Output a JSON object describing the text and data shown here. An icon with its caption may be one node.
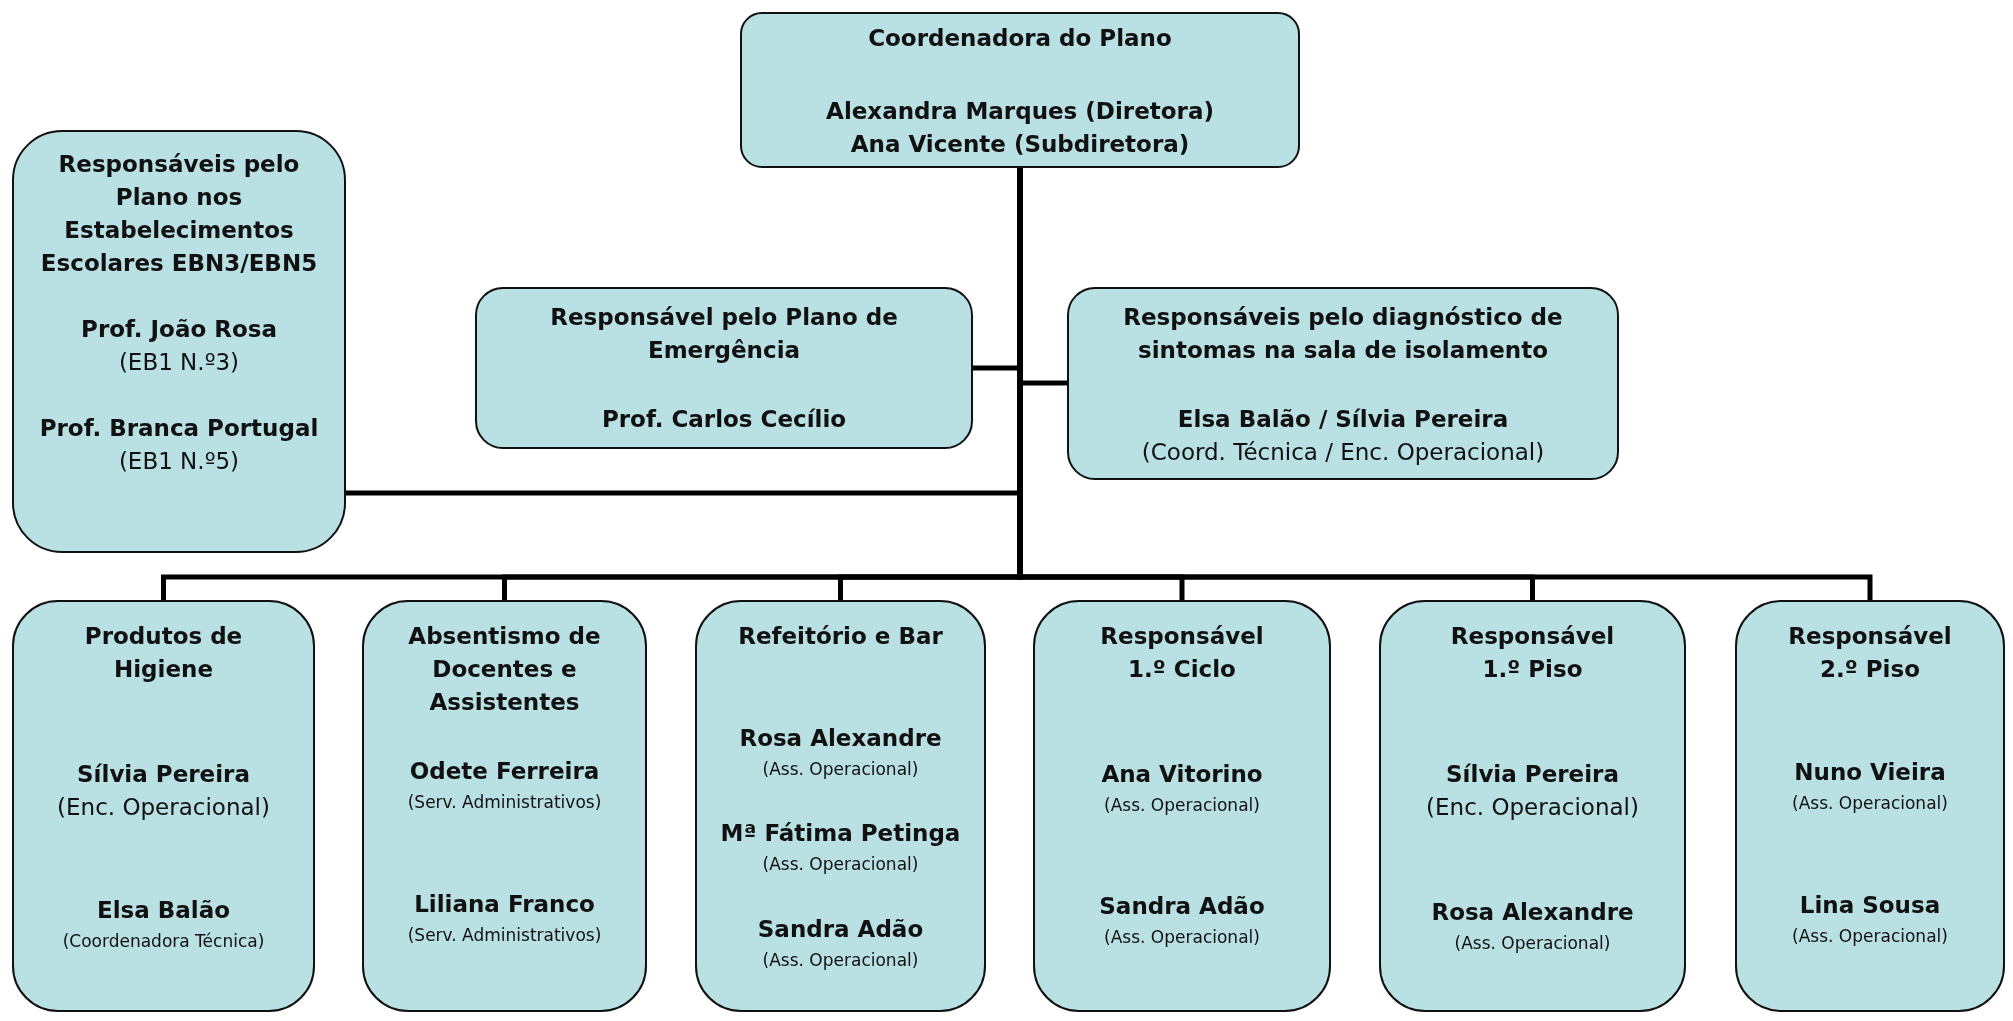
{
  "diagram": {
    "nodes": [
      {
        "text": [
          "Coordenadora do Plano",
          "Alexandra Marques (Diretora)",
          "Ana Vicente (Subdiretora)"
        ]
      },
      {
        "text": [
          "Responsáveis pelo Plano nos Estabelecimentos Escolares EBN3/EBN5",
          "Prof. João Rosa",
          "(EB1 N.º3)",
          "Prof. Branca Portugal",
          "(EB1 N.º5)"
        ]
      },
      {
        "text": [
          "Responsável pelo Plano de Emergência",
          "Prof. Carlos Cecílio"
        ]
      },
      {
        "text": [
          "Responsáveis pelo diagnóstico de sintomas na sala de isolamento",
          "Elsa Balão / Sílvia Pereira",
          "(Coord. Técnica / Enc. Operacional)"
        ]
      },
      {
        "text": [
          "Produtos de Higiene",
          "Sílvia Pereira",
          "(Enc. Operacional)",
          "Elsa Balão",
          "(Coordenadora Técnica)"
        ]
      },
      {
        "text": [
          "Absentismo de Docentes e Assistentes",
          "Odete Ferreira",
          "(Serv. Administrativos)",
          "Liliana Franco",
          "(Serv. Administrativos)"
        ]
      },
      {
        "text": [
          "Refeitório e Bar",
          "Rosa Alexandre",
          "(Ass. Operacional)",
          "Mª Fátima Petinga",
          "(Ass. Operacional)",
          "Sandra Adão",
          "(Ass. Operacional)"
        ]
      },
      {
        "text": [
          "Responsável 1.º Ciclo",
          "Ana Vitorino",
          "(Ass. Operacional)",
          "Sandra Adão",
          "(Ass. Operacional)"
        ]
      },
      {
        "text": [
          "Responsável 1.º Piso",
          "Sílvia Pereira",
          "(Enc. Operacional)",
          "Rosa Alexandre",
          "(Ass. Operacional)"
        ]
      },
      {
        "text": [
          "Responsável 2.º Piso",
          "Nuno Vieira",
          "(Ass. Operacional)",
          "Lina Sousa",
          "(Ass. Operacional)"
        ]
      }
    ],
    "edges": [
      {
        "from": 0,
        "to": 1,
        "arrow": "none"
      },
      {
        "from": 0,
        "to": 2,
        "arrow": "none"
      },
      {
        "from": 0,
        "to": 3,
        "arrow": "none"
      },
      {
        "from": 0,
        "to": 4,
        "arrow": "none"
      },
      {
        "from": 0,
        "to": 5,
        "arrow": "none"
      },
      {
        "from": 0,
        "to": 6,
        "arrow": "none"
      },
      {
        "from": 0,
        "to": 7,
        "arrow": "none"
      },
      {
        "from": 0,
        "to": 8,
        "arrow": "none"
      },
      {
        "from": 0,
        "to": 9,
        "arrow": "none"
      }
    ]
  }
}
